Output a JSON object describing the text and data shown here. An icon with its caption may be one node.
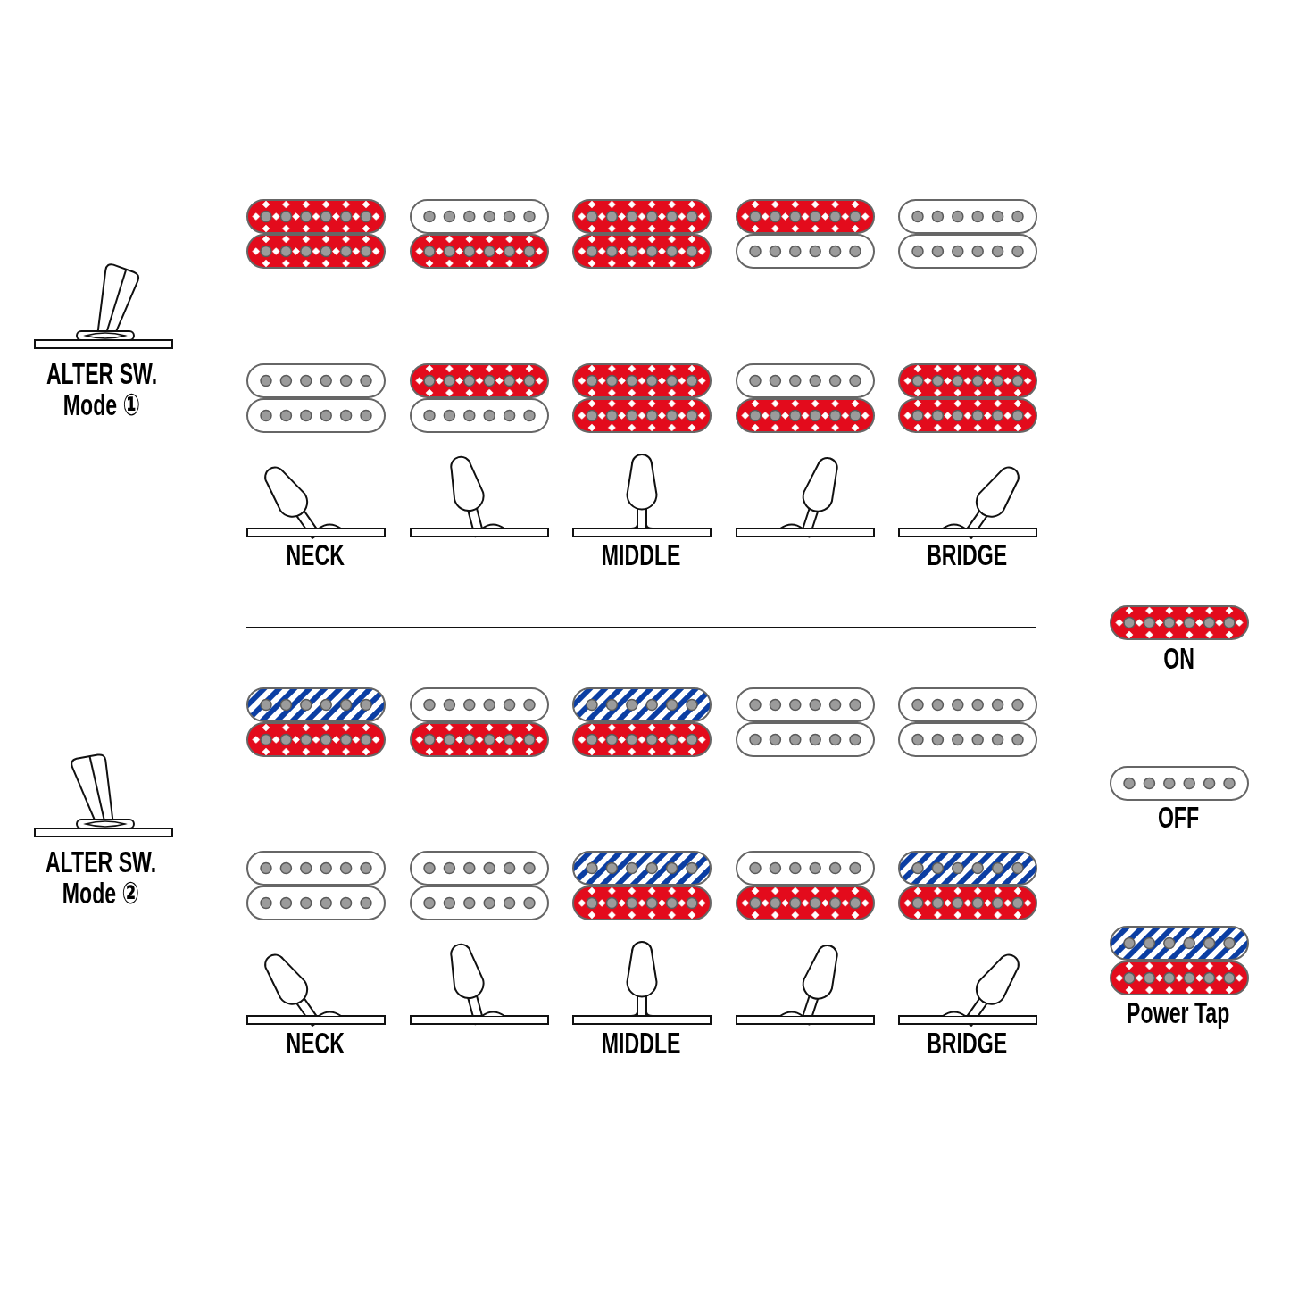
{
  "diagram": {
    "labels": [
      "ALTER SW. Mode ①",
      "NECK",
      "MIDDLE",
      "BRIDGE",
      "ALTER SW. Mode ②",
      "NECK",
      "MIDDLE",
      "BRIDGE"
    ],
    "legend": [
      {
        "text": "ON"
      },
      {
        "text": "OFF"
      },
      {
        "text": "Power Tap"
      }
    ]
  }
}
